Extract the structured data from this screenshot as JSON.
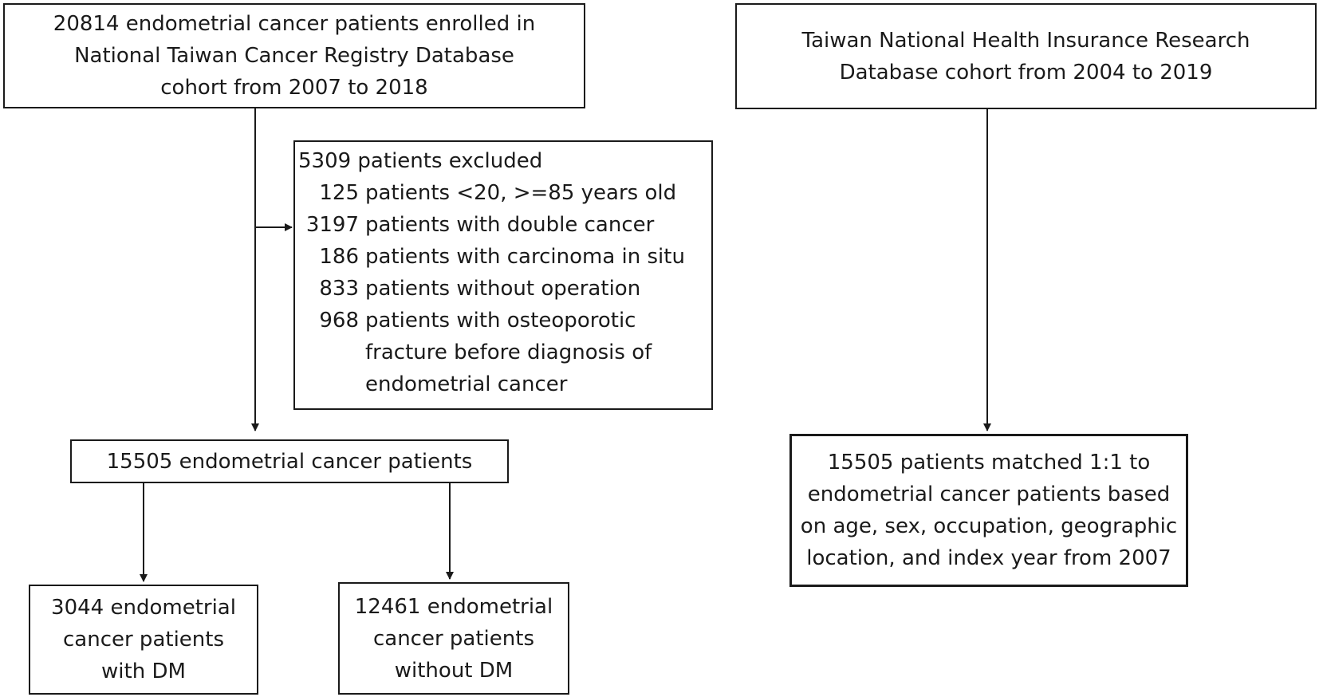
{
  "left_top": {
    "line1": "20814 endometrial cancer patients enrolled in",
    "line2": "National Taiwan Cancer Registry Database",
    "line3": "cohort from 2007 to 2018"
  },
  "right_top": {
    "line1": "Taiwan National Health Insurance Research",
    "line2": "Database cohort from 2004 to 2019"
  },
  "exclusion": {
    "title": "5309 patients excluded",
    "items": [
      {
        "count": "125",
        "text": "patients <20, >=85 years old"
      },
      {
        "count": "3197",
        "text": "patients with double cancer"
      },
      {
        "count": "186",
        "text": "patients with carcinoma in situ"
      },
      {
        "count": "833",
        "text": "patients without operation"
      },
      {
        "count": "968",
        "text": "patients with osteoporotic",
        "cont1": "fracture before diagnosis of",
        "cont2": "endometrial cancer"
      }
    ]
  },
  "middle": {
    "label": "15505 endometrial cancer patients"
  },
  "with_dm": {
    "line1": "3044 endometrial",
    "line2": "cancer patients",
    "line3": "with DM"
  },
  "without_dm": {
    "line1": "12461 endometrial",
    "line2": "cancer patients",
    "line3": "without DM"
  },
  "matched": {
    "line1": "15505 patients matched 1:1 to",
    "line2": "endometrial cancer patients based",
    "line3": "on age, sex, occupation, geographic",
    "line4": "location, and index year from 2007"
  },
  "colors": {
    "stroke": "#1a1a1a",
    "background": "#ffffff"
  }
}
